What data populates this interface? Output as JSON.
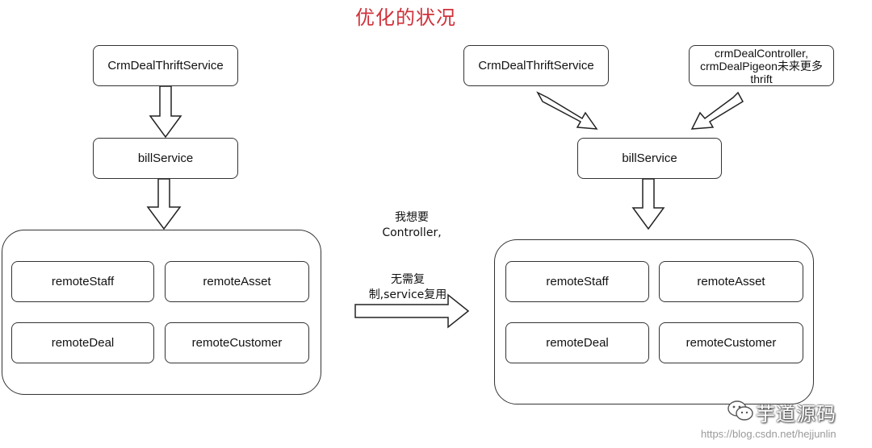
{
  "title": "优化的状况",
  "left": {
    "top_service": "CrmDealThriftService",
    "mid_service": "billService",
    "remotes": [
      "remoteStaff",
      "remoteAsset",
      "remoteDeal",
      "remoteCustomer"
    ]
  },
  "middle": {
    "note_top_line1": "我想要",
    "note_top_line2": "Controller,",
    "note_bottom_line1": "无需复",
    "note_bottom_line2": "制,service复用"
  },
  "right": {
    "top_service_left": "CrmDealThriftService",
    "top_service_right_line1": "crmDealController,",
    "top_service_right_line2": "crmDealPigeon未来更多",
    "top_service_right_line3": "thrift",
    "mid_service": "billService",
    "remotes": [
      "remoteStaff",
      "remoteAsset",
      "remoteDeal",
      "remoteCustomer"
    ]
  },
  "watermark": {
    "brand": "芋道源码",
    "url": "https://blog.csdn.net/hejjunlin",
    "icon": "wechat-icon"
  }
}
